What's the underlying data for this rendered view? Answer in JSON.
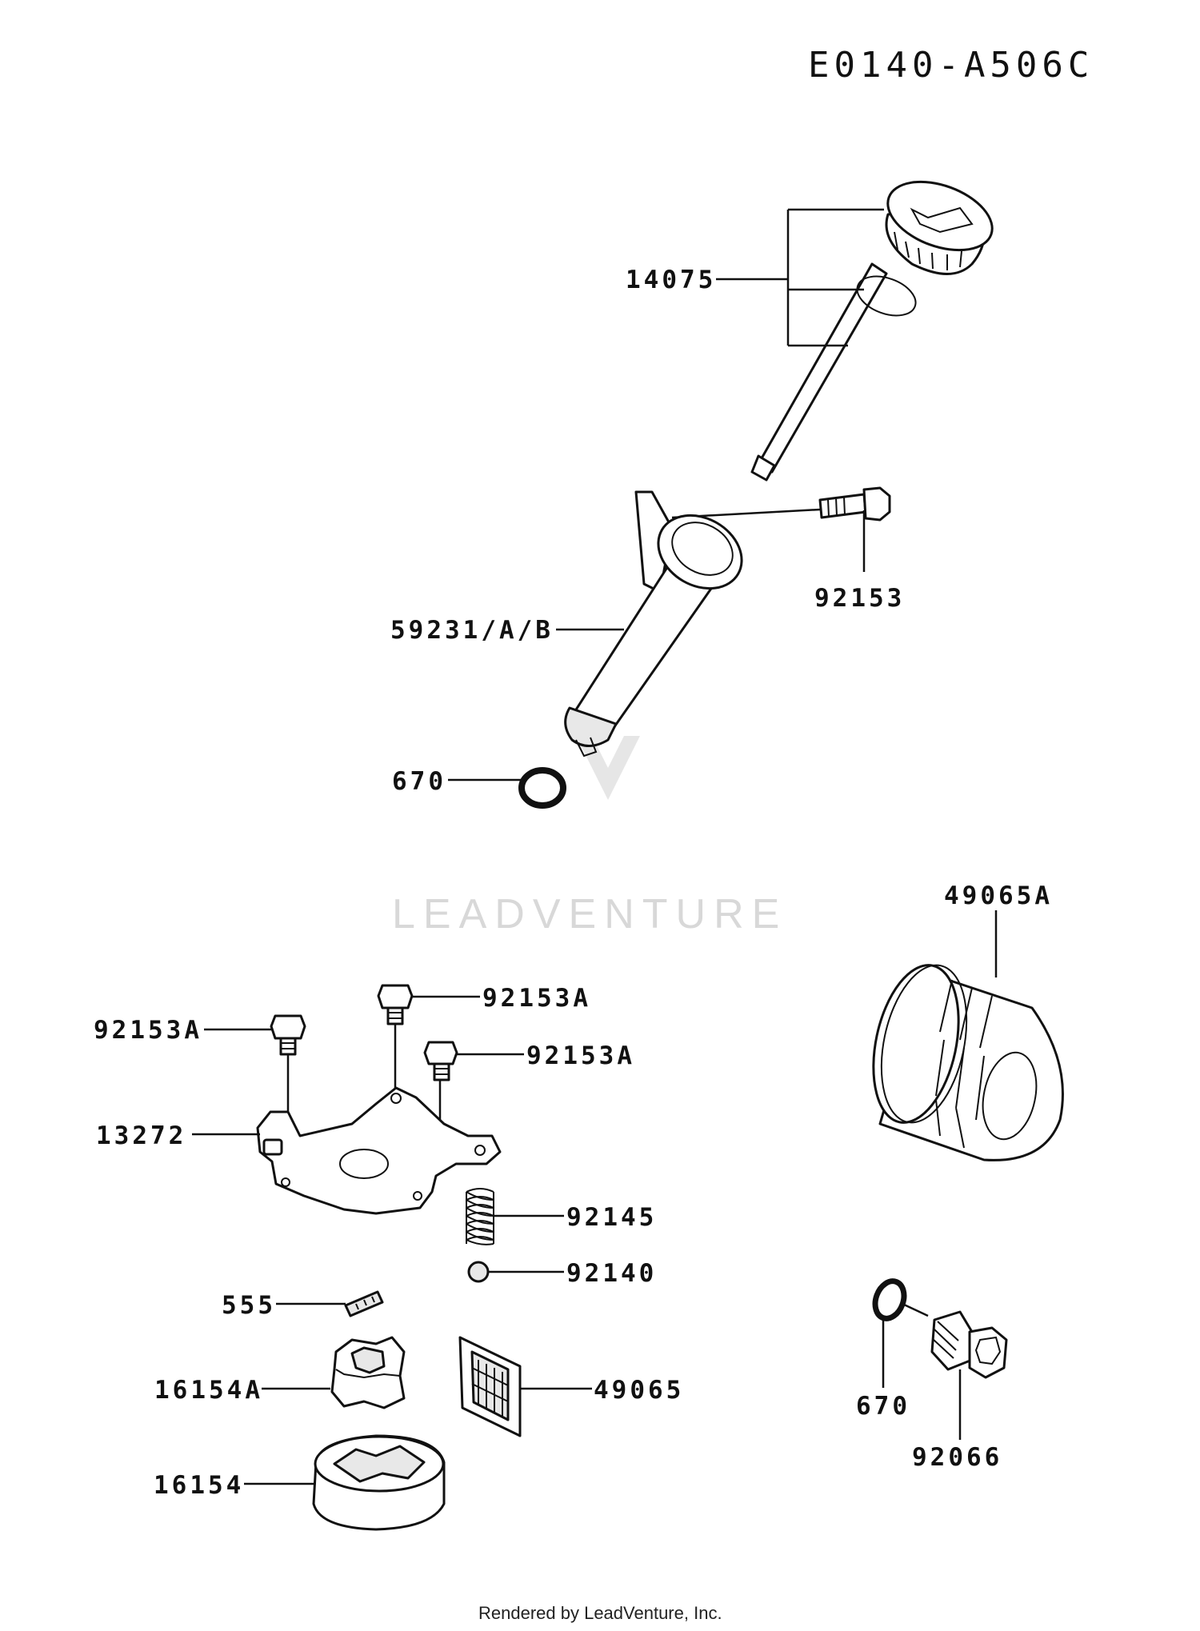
{
  "diagram": {
    "code": "E0140-A506C",
    "watermark": "LEADVENTURE",
    "footer": "Rendered by LeadVenture, Inc.",
    "labels": {
      "p14075": "14075",
      "p92153": "92153",
      "p59231": "59231/A/B",
      "p670a": "670",
      "p49065a": "49065A",
      "p92153a_1": "92153A",
      "p92153a_2": "92153A",
      "p92153a_3": "92153A",
      "p13272": "13272",
      "p92145": "92145",
      "p92140": "92140",
      "p555": "555",
      "p16154a": "16154A",
      "p49065": "49065",
      "p16154": "16154",
      "p670b": "670",
      "p92066": "92066"
    }
  }
}
